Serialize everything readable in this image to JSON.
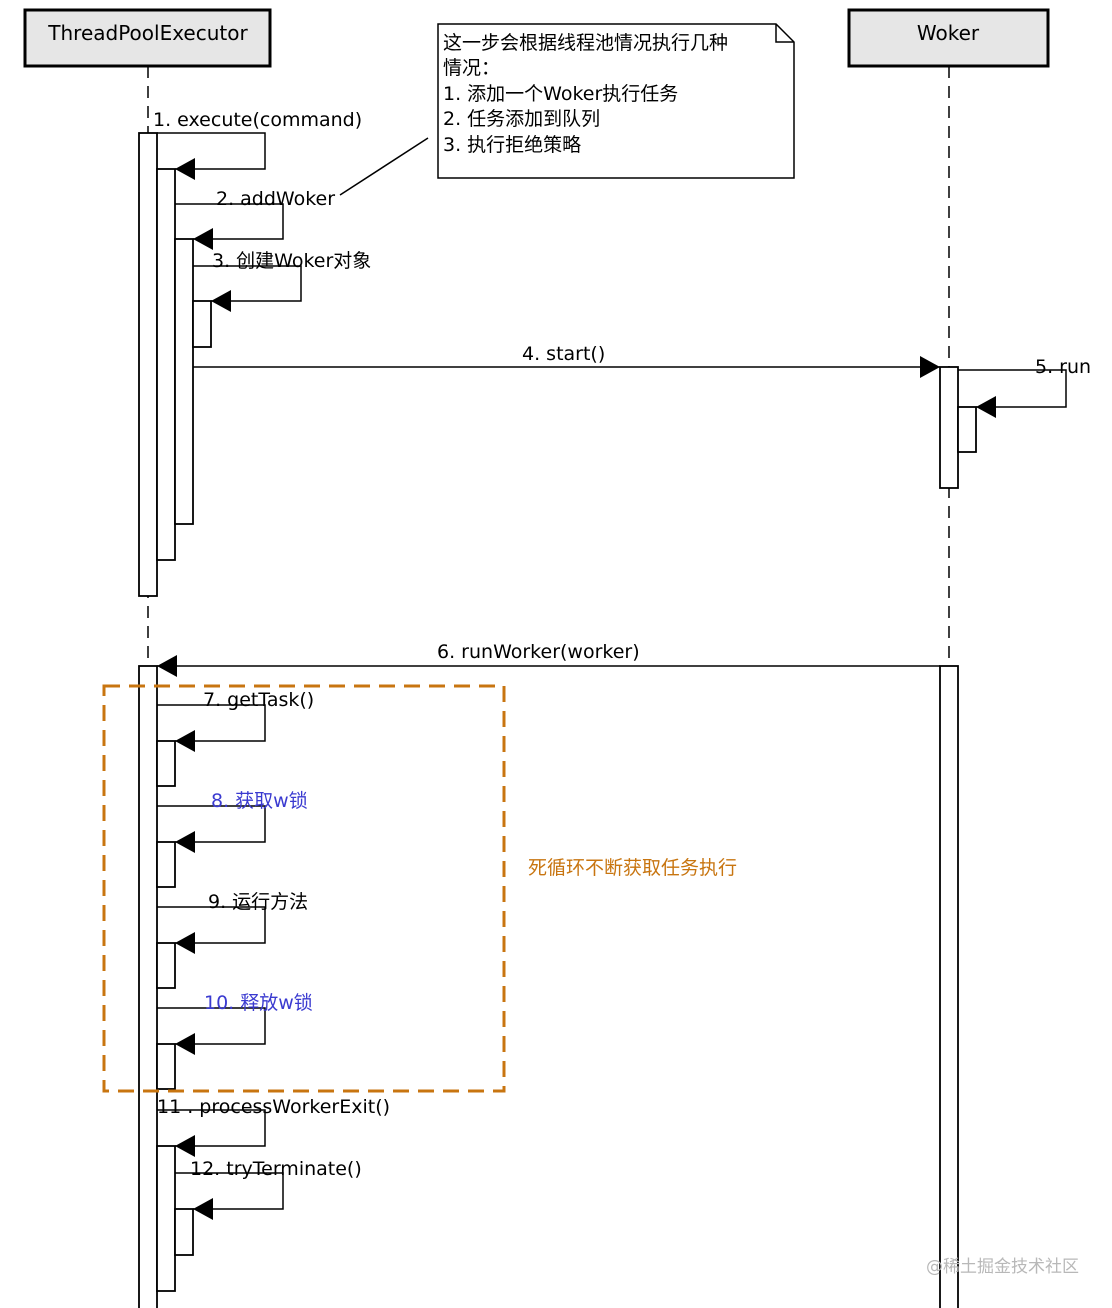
{
  "participants": [
    {
      "name": "ThreadPoolExecutor"
    },
    {
      "name": "Woker"
    }
  ],
  "messages": {
    "m1": "1. execute(command)",
    "m2": "2. addWoker",
    "m3": "3. 创建Woker对象",
    "m4": "4. start()",
    "m5": "5. run",
    "m6": "6. runWorker(worker)",
    "m7": "7. getTask()",
    "m8": "8. 获取w锁",
    "m9": "9. 运行方法",
    "m10": "10. 释放w锁",
    "m11": "11 . processWorkerExit()",
    "m12": "12. tryTerminate()"
  },
  "note": {
    "lines": [
      "这一步会根据线程池情况执行几种",
      "情况：",
      "1. 添加一个Woker执行任务",
      "2. 任务添加到队列",
      "3. 执行拒绝策略"
    ]
  },
  "loop": {
    "label": "死循环不断获取任务执行",
    "color": "#c87510"
  },
  "colors": {
    "highlight_text": "#3a3ad0"
  },
  "watermark": "@稀土掘金技术社区"
}
